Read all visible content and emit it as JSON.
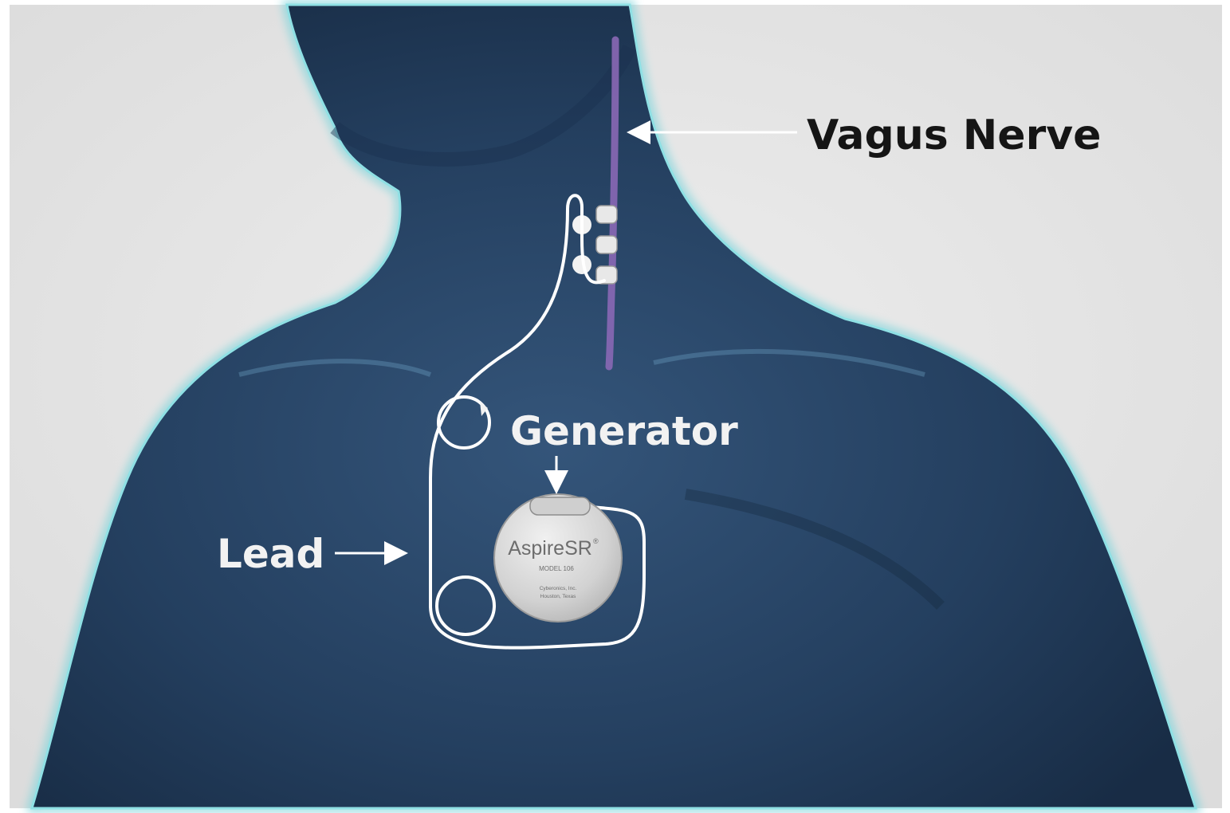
{
  "colors": {
    "background": "#e6e6e6",
    "body_fill": "#2c4a6c",
    "body_glow": "#7fd6dc",
    "nerve": "#8a68b5",
    "lead": "#ffffff",
    "device": "#d7d7d7"
  },
  "labels": {
    "vagus_nerve": "Vagus Nerve",
    "generator": "Generator",
    "lead": "Lead"
  },
  "device": {
    "brand": "AspireSR",
    "trademark": "®",
    "model": "MODEL 106",
    "maker_line1": "Cyberonics, Inc.",
    "maker_line2": "Houston, Texas"
  }
}
